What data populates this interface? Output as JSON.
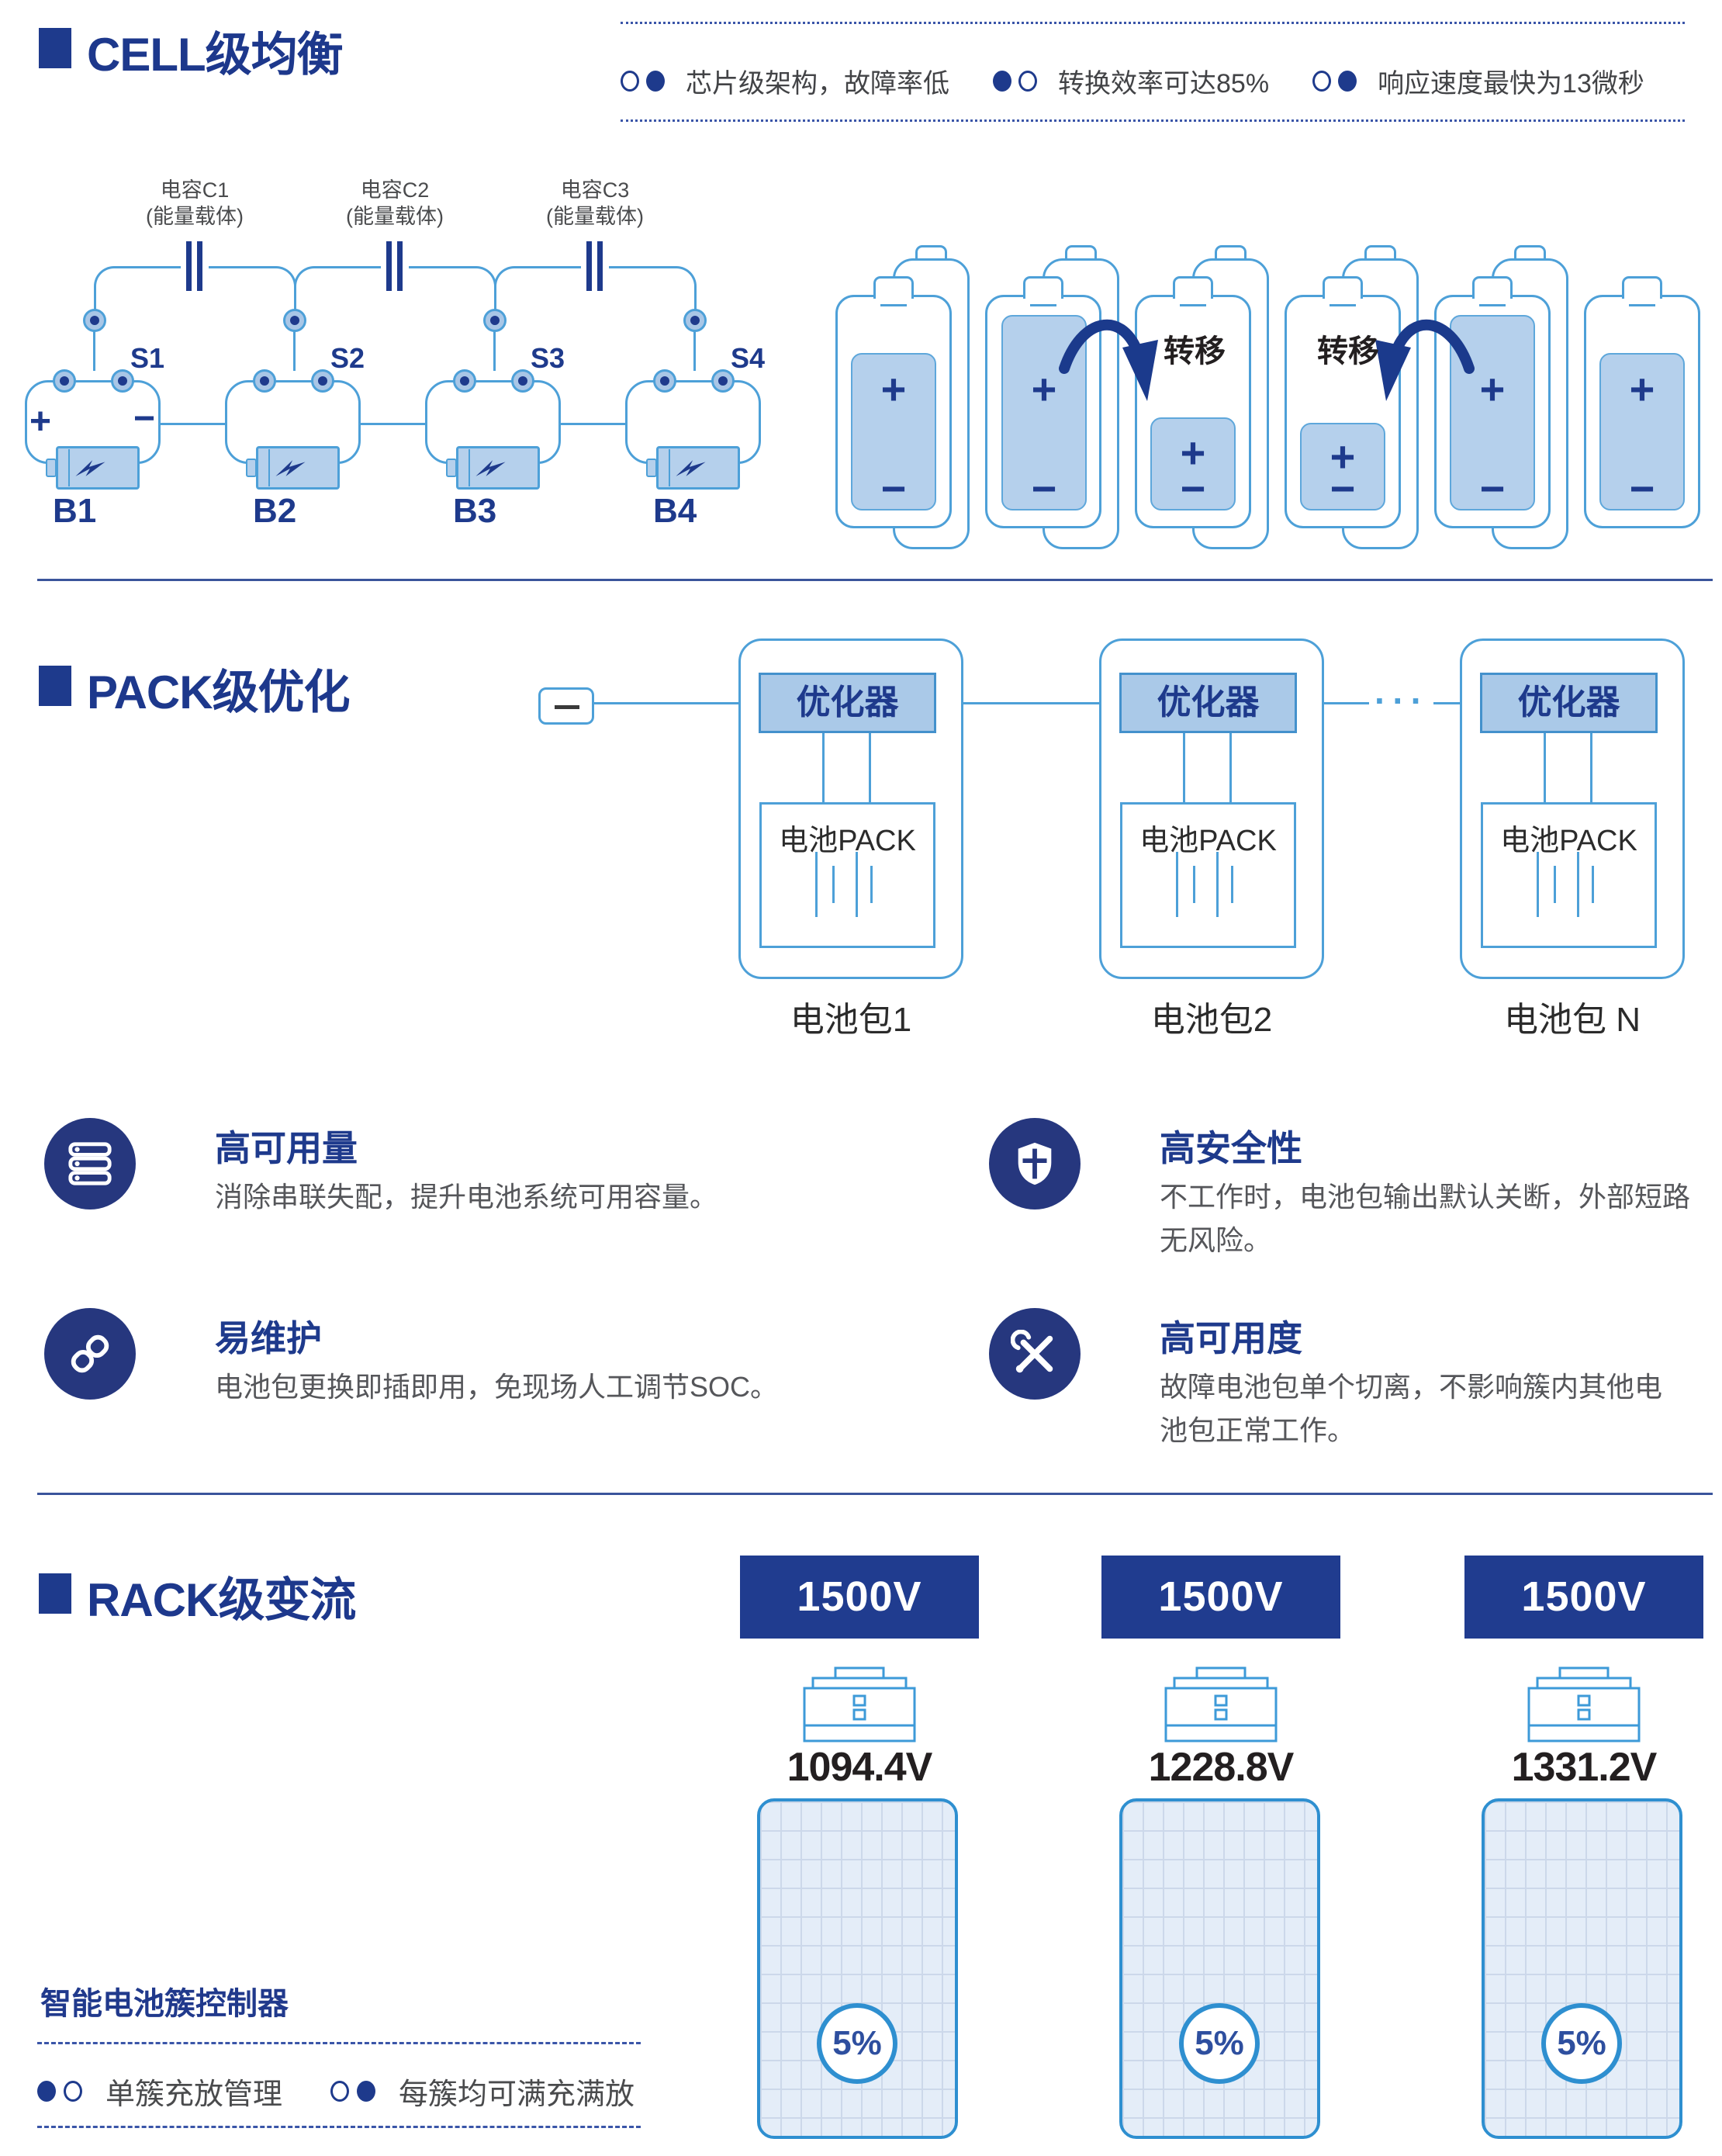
{
  "colors": {
    "navy": "#1e3a8c",
    "light_blue": "#4da0d8",
    "light_blue_fill": "#b5d0ec",
    "rack_border": "#2e8fd0",
    "divider": "#3a549b",
    "ink": "#231f20"
  },
  "cell": {
    "title": "CELL级均衡",
    "bullets": [
      {
        "text": "芯片级架构，故障率低"
      },
      {
        "text": "转换效率可达85%"
      },
      {
        "text": "响应速度最快为13微秒"
      }
    ],
    "capacitors": [
      "电容C1",
      "电容C2",
      "电容C3"
    ],
    "capacitor_sub": "(能量载体)",
    "switches": [
      "S1",
      "S2",
      "S3",
      "S4"
    ],
    "batteries": [
      "B1",
      "B2",
      "B3",
      "B4"
    ],
    "plus": "+",
    "minus": "−",
    "transfer_label": "转移"
  },
  "pack": {
    "title": "PACK级优化",
    "optimizer_label": "优化器",
    "pack_label": "电池PACK",
    "group_labels": [
      "电池包1",
      "电池包2",
      "电池包 N"
    ],
    "ellipsis": "···",
    "features": [
      {
        "title": "高可用量",
        "body": "消除串联失配，提升电池系统可用容量。"
      },
      {
        "title": "高安全性",
        "body": "不工作时，电池包输出默认关断，外部短路无风险。"
      },
      {
        "title": "易维护",
        "body": "电池包更换即插即用，免现场人工调节SOC。"
      },
      {
        "title": "高可用度",
        "body": "故障电池包单个切离，不影响簇内其他电池包正常工作。"
      }
    ]
  },
  "rack": {
    "title": "RACK级变流",
    "voltage_top": [
      "1500V",
      "1500V",
      "1500V"
    ],
    "voltages": [
      "1094.4V",
      "1228.8V",
      "1331.2V"
    ],
    "soc": [
      "5%",
      "5%",
      "5%"
    ],
    "controller_label": "智能电池簇控制器",
    "bullets": [
      {
        "text": "单簇充放管理"
      },
      {
        "text": "每簇均可满充满放"
      }
    ]
  }
}
